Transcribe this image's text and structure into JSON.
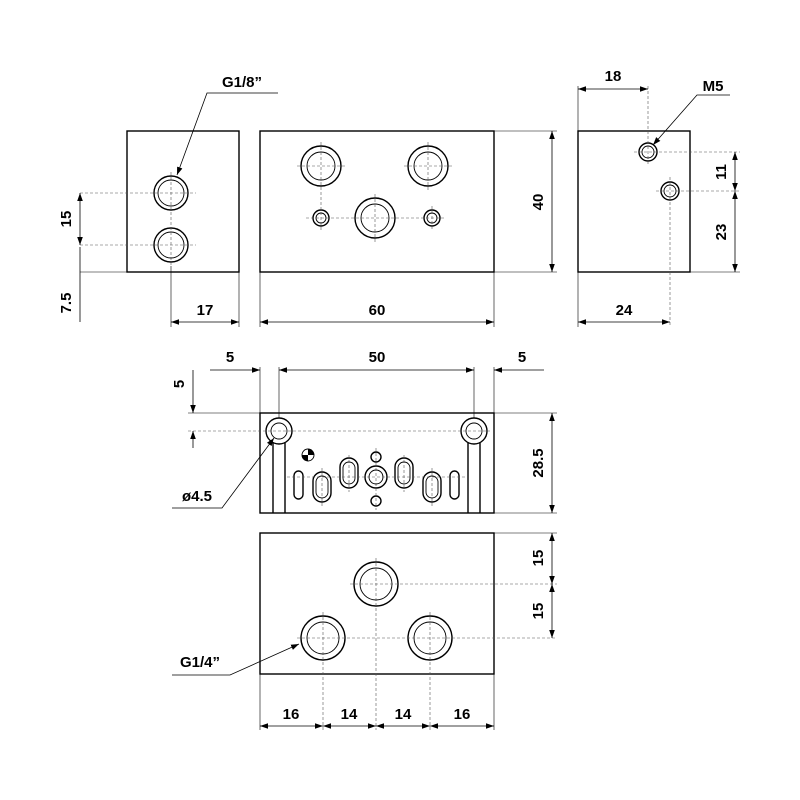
{
  "dimensions": {
    "top_left_vertical_pitch": "15",
    "top_left_bottom_offset": "7.5",
    "top_left_width": "17",
    "top_middle_height": "40",
    "top_middle_width": "60",
    "top_right_offset": "18",
    "top_right_vertical_a": "11",
    "top_right_vertical_b": "23",
    "top_right_width": "24",
    "middle_left_margin": "5",
    "middle_pitch": "50",
    "middle_right_margin": "5",
    "middle_vertical_offset": "5",
    "middle_height": "28.5",
    "bottom_vertical_a": "15",
    "bottom_vertical_b": "15",
    "bottom_seg_1": "16",
    "bottom_seg_2": "14",
    "bottom_seg_3": "14",
    "bottom_seg_4": "16"
  },
  "callouts": {
    "port_small": "G1/8”",
    "thread": "M5",
    "hole_diameter": "ø4.5",
    "port_large": "G1/4”"
  }
}
